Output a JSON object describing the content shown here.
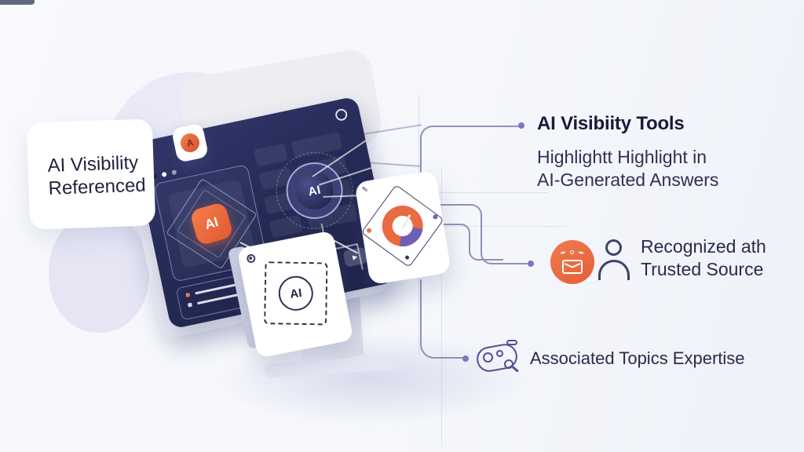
{
  "left_card": {
    "line1": "AI Visibility",
    "line2": "Referenced"
  },
  "monitor": {
    "left_panel_badge": "AI",
    "ring_badge": "AI"
  },
  "stamp_card": {
    "badge": "AI"
  },
  "right_column": {
    "heading": "AI Visibiity Tools",
    "subheading_line1": "Highlightt Highlight in",
    "subheading_line2": "AI-Generated Answers",
    "source_line1": "Recognized ath",
    "source_line2": "Trusted Source",
    "topics_label": "Associated Topics Expertise"
  },
  "icons": {
    "play": "▶",
    "app_logo": "A",
    "pen": "✎",
    "search": "circle-outline",
    "envelope_badge": "verified-mail",
    "person": "user-outline",
    "topics": "topic-cluster-magnifier",
    "gauge": "speedometer",
    "stamp": "ai-certified-stamp"
  },
  "colors": {
    "background": "#F6F8FB",
    "accent_orange": "#EA6A42",
    "screen_navy": "#262B57",
    "connector": "#8D92B8",
    "connector_dot": "#7B74C6",
    "text_dark": "#1A1F3A"
  }
}
